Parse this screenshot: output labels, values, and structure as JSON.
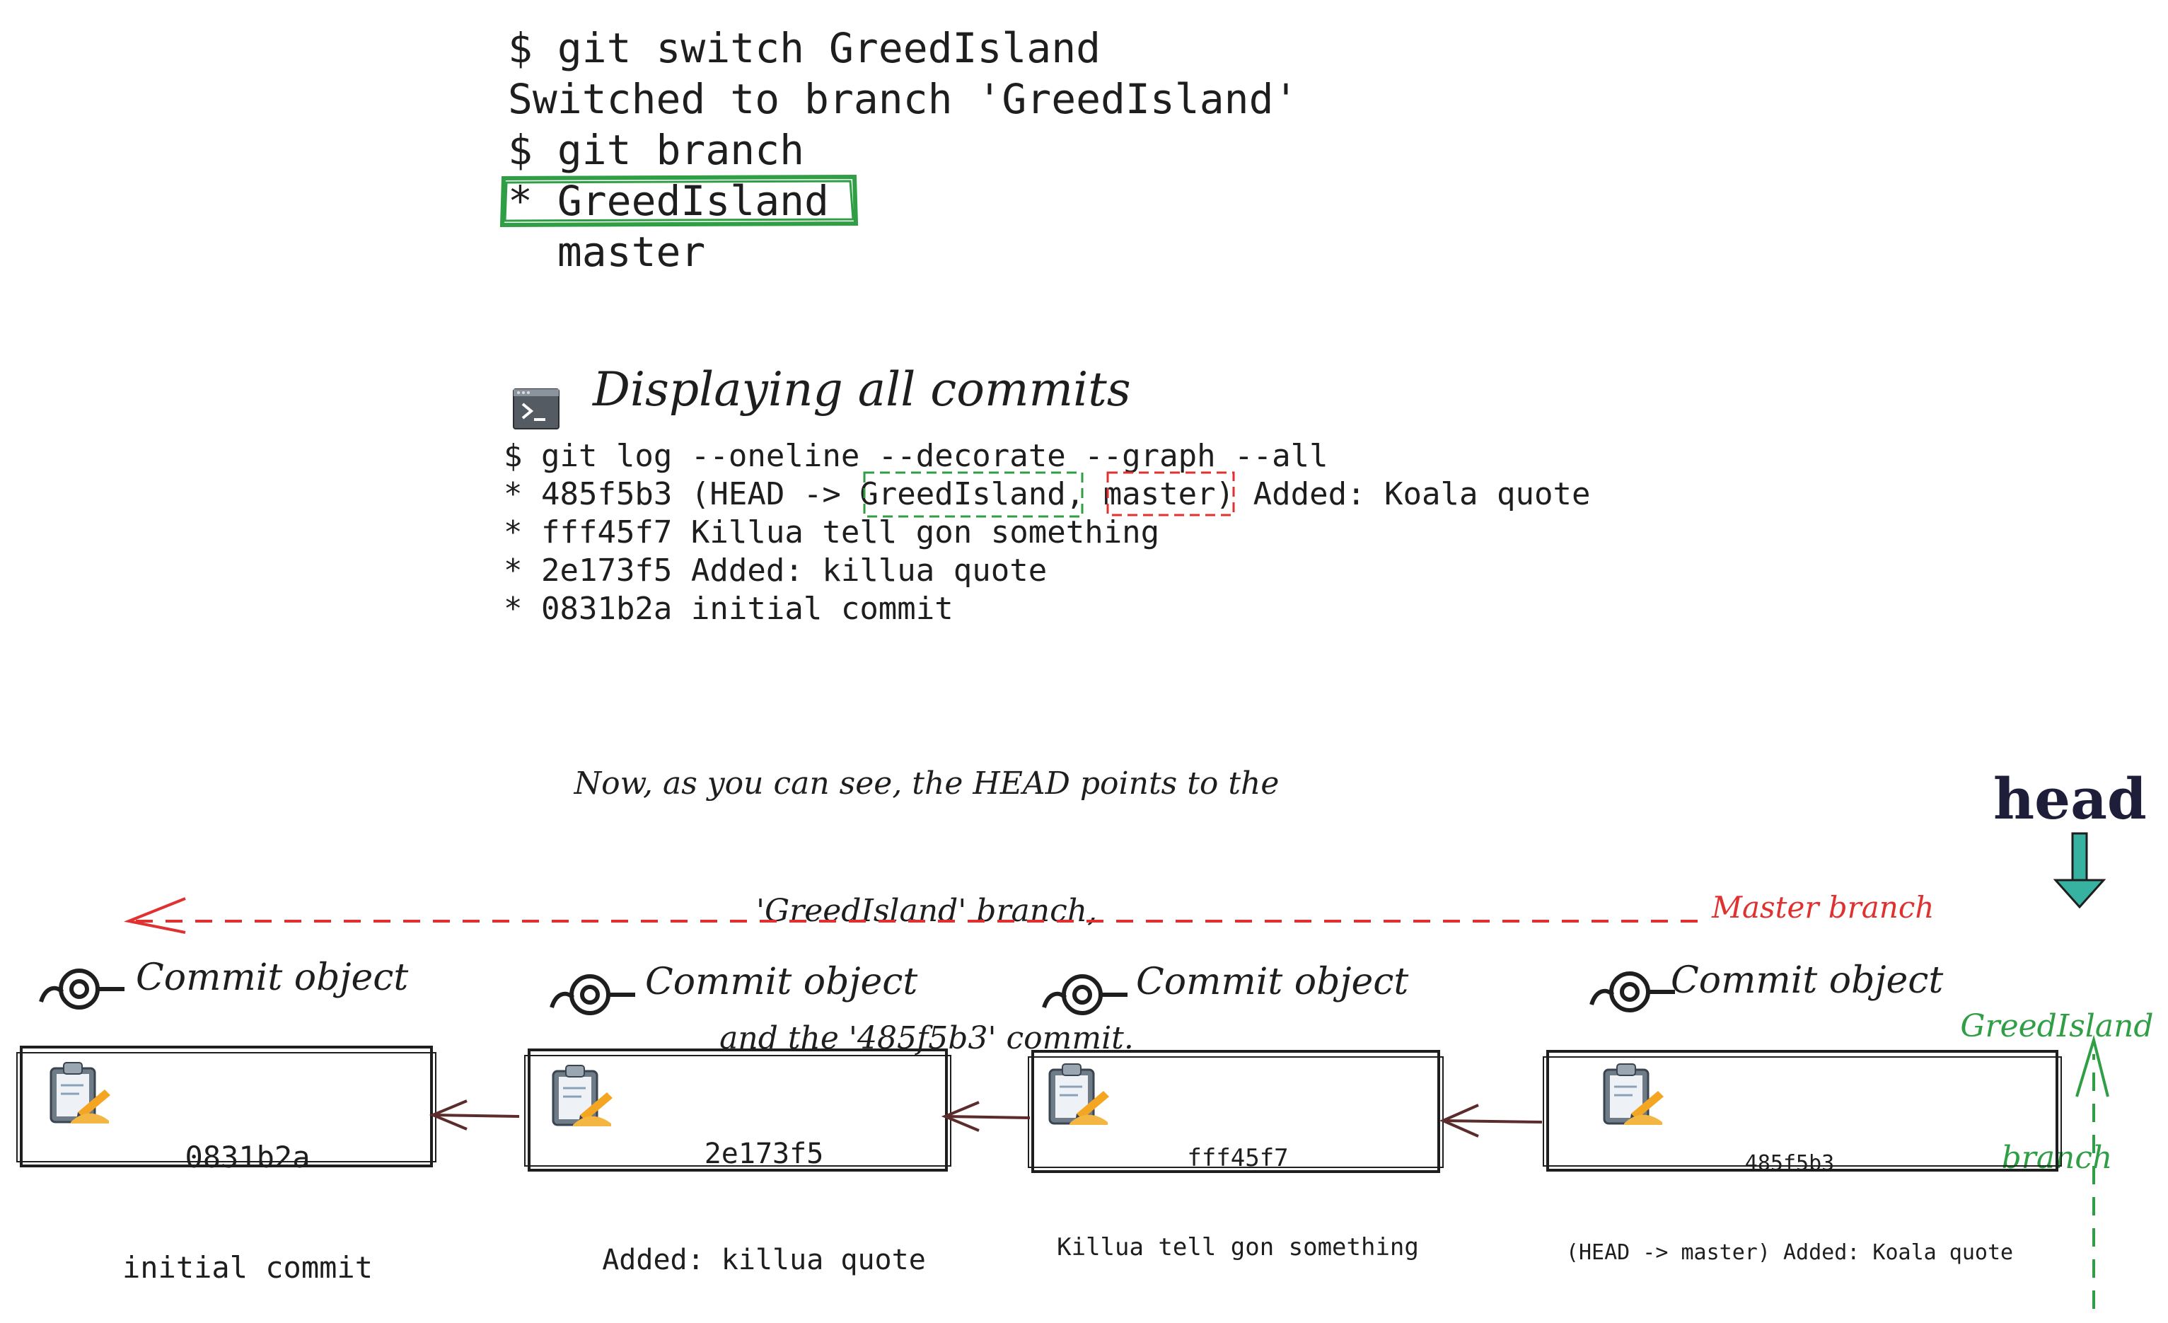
{
  "terminal_top": {
    "lines": [
      "$ git switch GreedIsland",
      "Switched to branch 'GreedIsland'",
      "$ git branch",
      "* GreedIsland",
      "  master"
    ]
  },
  "section": {
    "icon": "terminal-icon",
    "title": "Displaying all commits"
  },
  "log": {
    "command": "$ git log --oneline --decorate --graph --all",
    "lines": [
      "* 485f5b3 (HEAD -> GreedIsland, master) Added: Koala quote",
      "* fff45f7 Killua tell gon something",
      "* 2e173f5 Added: killua quote",
      "* 0831b2a initial commit"
    ]
  },
  "note": {
    "line1": "Now, as you can see, the HEAD points to the",
    "line2": "'GreedIsland' branch,",
    "line3": "and the '485f5b3' commit."
  },
  "labels": {
    "head": "head",
    "master_branch": "Master branch",
    "greedisland_branch_line1": "GreedIsland",
    "greedisland_branch_line2": "branch"
  },
  "commits": [
    {
      "title": "Commit object",
      "hash": "0831b2a",
      "message": "initial commit",
      "icon": "clipboard-icon"
    },
    {
      "title": "Commit object",
      "hash": "2e173f5",
      "message": "Added: killua quote",
      "icon": "clipboard-icon"
    },
    {
      "title": "Commit object",
      "hash": "fff45f7",
      "message": "Killua tell gon something",
      "icon": "clipboard-icon"
    },
    {
      "title": "Commit object",
      "hash": "485f5b3",
      "message": "(HEAD -> master) Added: Koala quote",
      "icon": "clipboard-icon"
    }
  ],
  "colors": {
    "green": "#2f9e44",
    "red": "#e03131",
    "teal": "#38b2a0",
    "arrow_brown": "#5c2b2b",
    "ink": "#1e1e1e",
    "head_ink": "#1e1e3a"
  }
}
